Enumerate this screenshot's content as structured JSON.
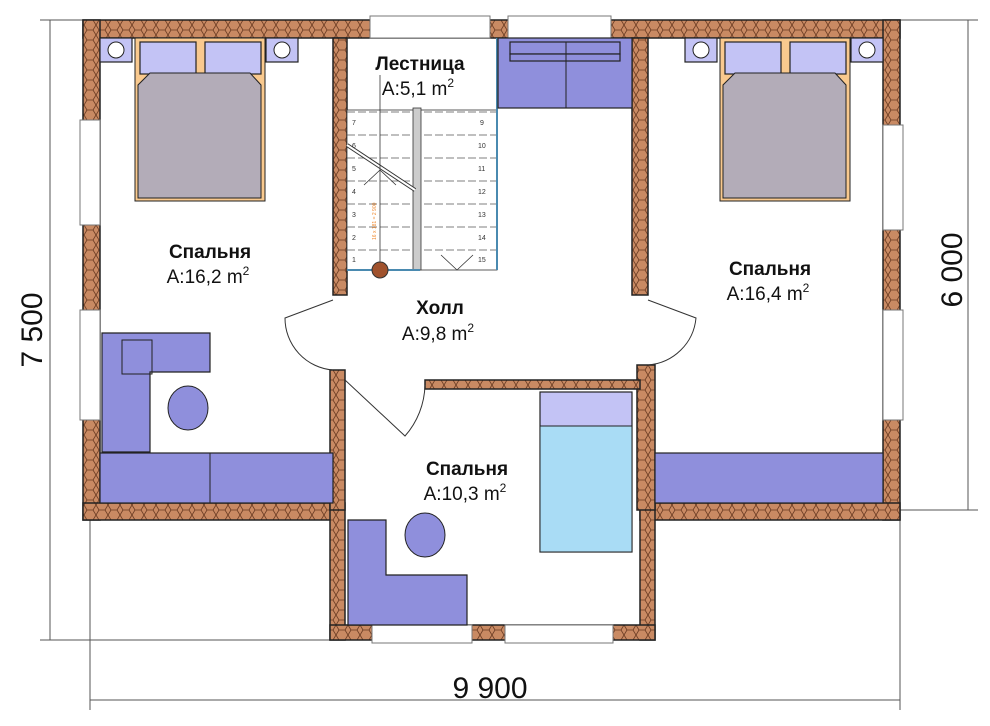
{
  "rooms": [
    {
      "name": "Лестница",
      "area": "A:5,1 m",
      "sup": "2"
    },
    {
      "name": "Спальня",
      "area": "A:16,2 m",
      "sup": "2"
    },
    {
      "name": "Спальня",
      "area": "A:16,4 m",
      "sup": "2"
    },
    {
      "name": "Холл",
      "area": "A:9,8 m",
      "sup": "2"
    },
    {
      "name": "Спальня",
      "area": "A:10,3 m",
      "sup": "2"
    }
  ],
  "stairs": {
    "steps_left": [
      "7",
      "6",
      "5",
      "4",
      "3",
      "2",
      "1"
    ],
    "steps_right": [
      "9",
      "10",
      "11",
      "12",
      "13",
      "14",
      "15"
    ],
    "note": "16 x 181 = 2 900"
  },
  "dimensions": {
    "height_total": "7 500",
    "height_right": "6 000",
    "width_total": "9 900"
  },
  "colors": {
    "wall": "#c98a63",
    "furniture": "#8f8fdc",
    "bed": "#b3acb8",
    "child_bed": "#a9dcf5",
    "headboard": "#f9c98e"
  }
}
